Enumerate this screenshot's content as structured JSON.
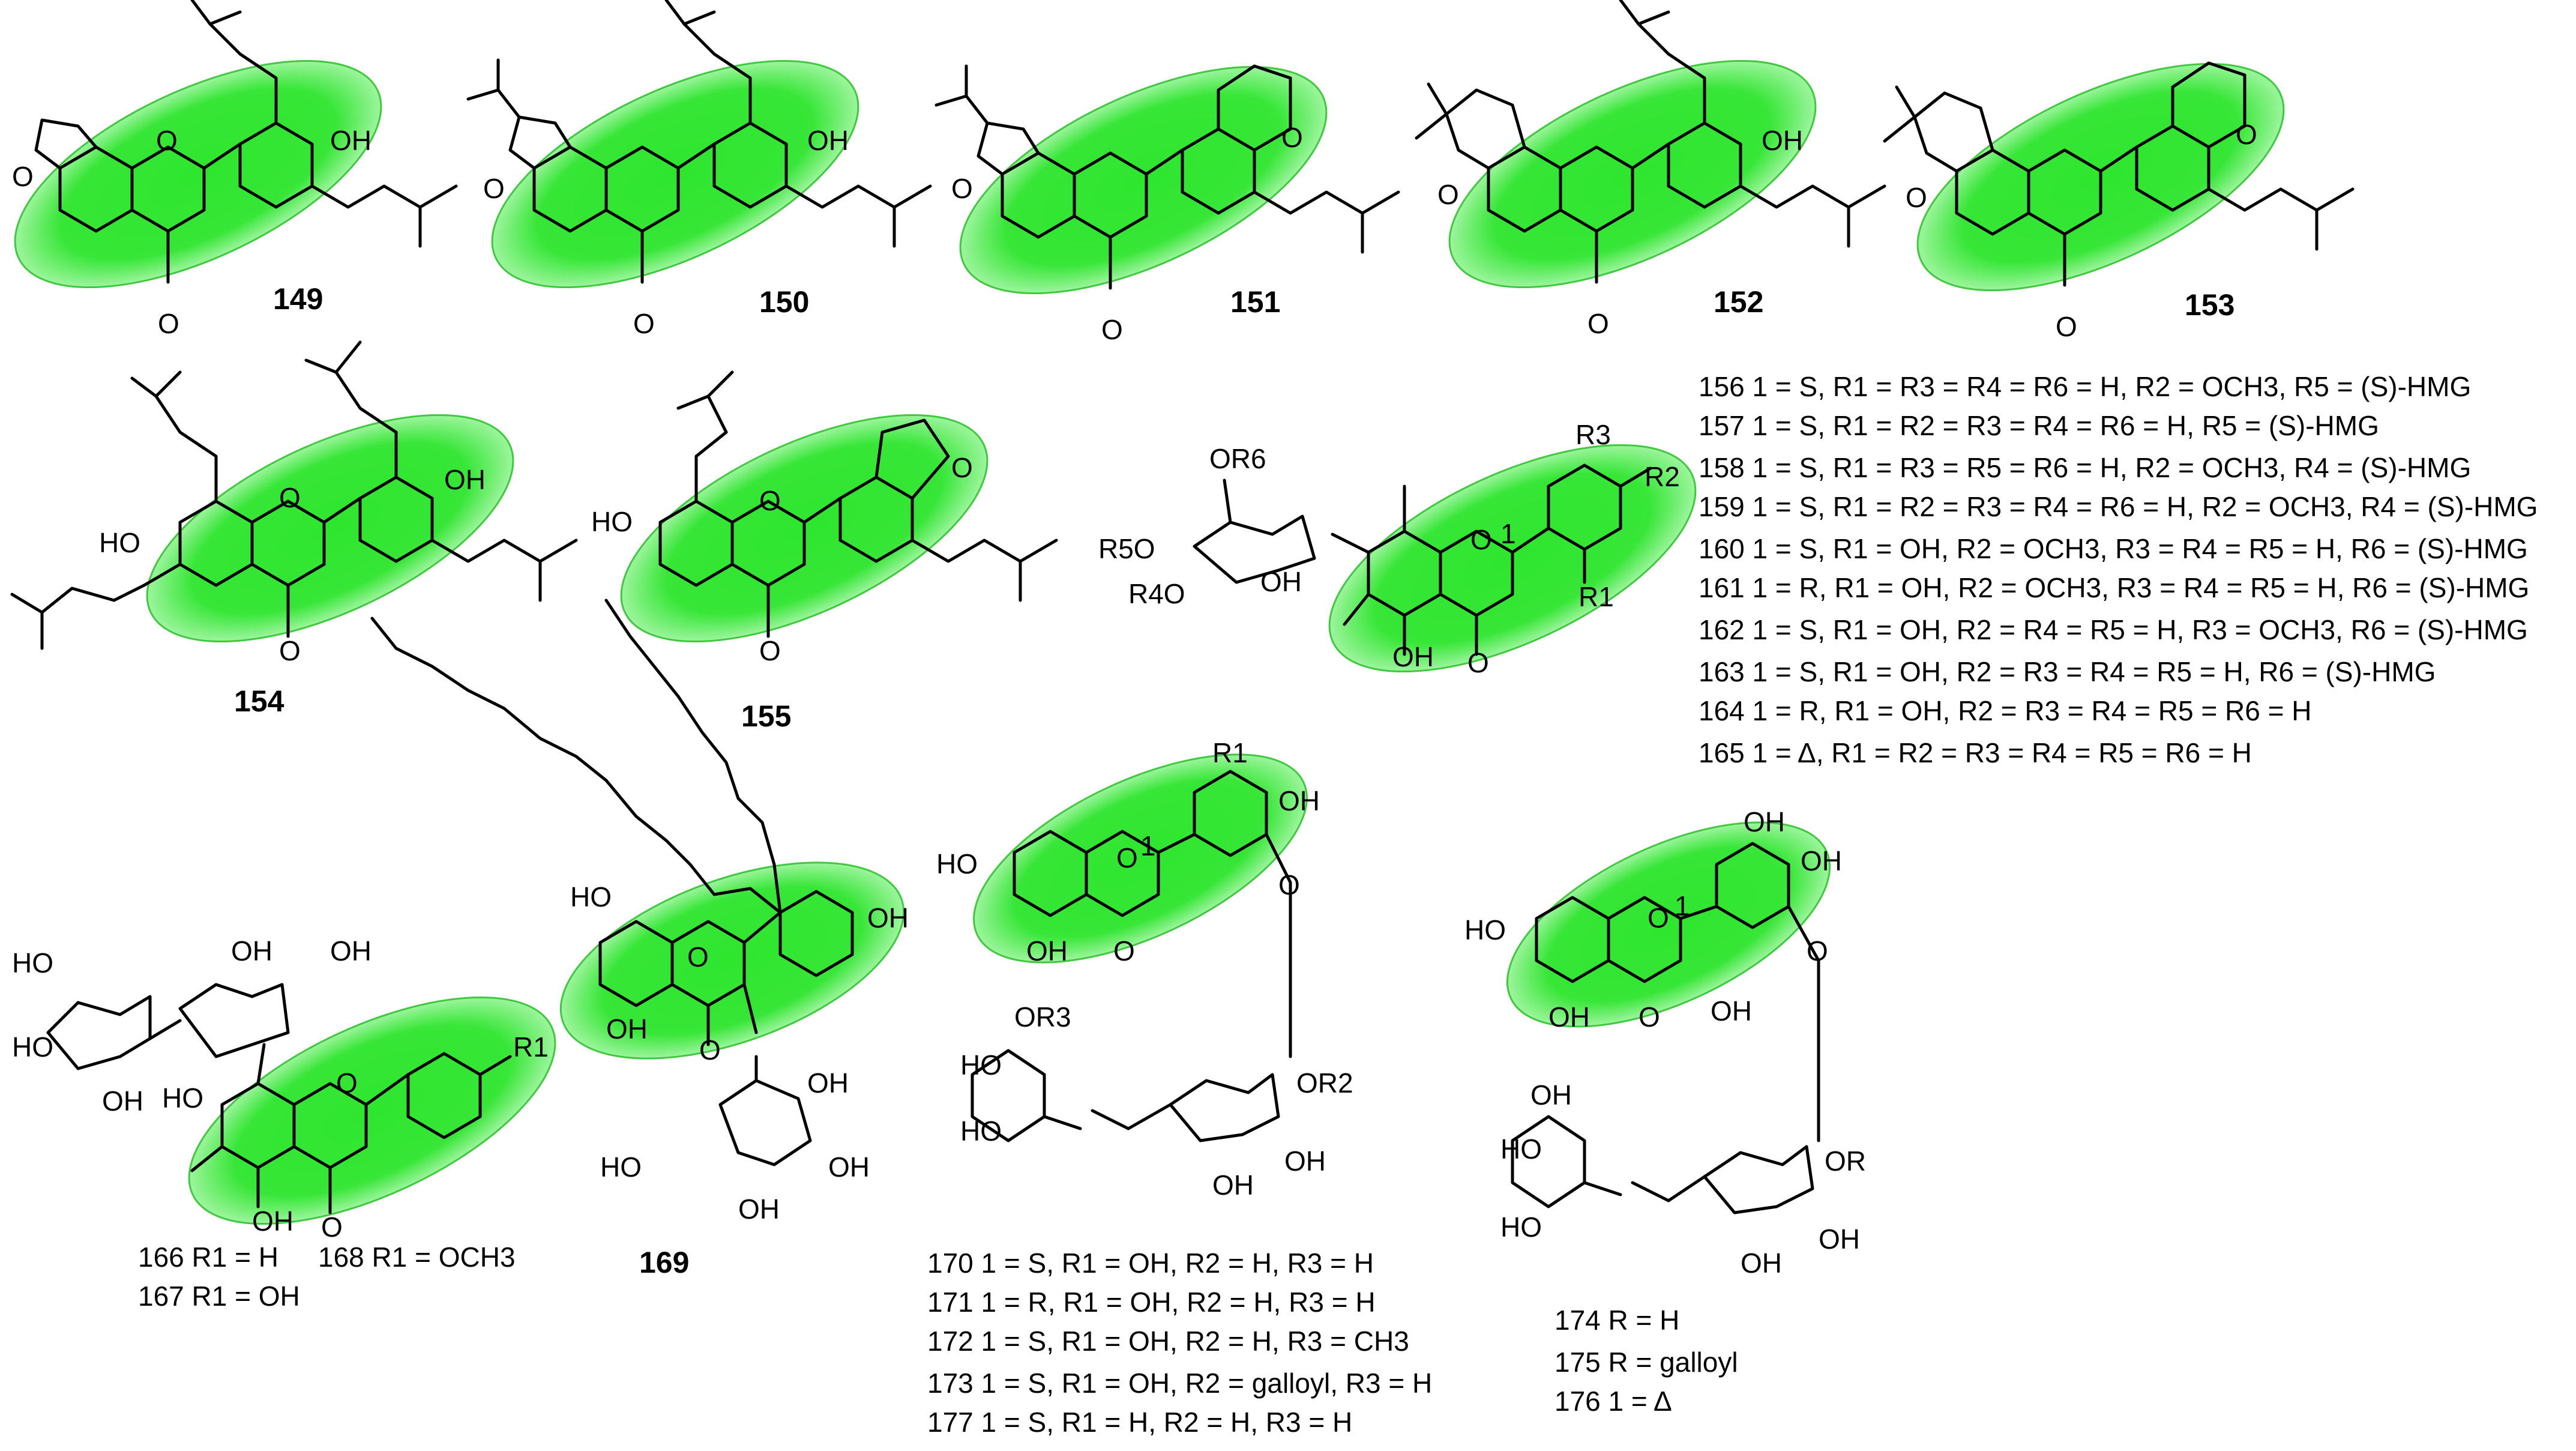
{
  "colors": {
    "highlight": "#2ee62e",
    "highlight_edge": "#7ff27f",
    "ink": "#000000",
    "background": "#ffffff"
  },
  "compounds": {
    "c149": "149",
    "c150": "150",
    "c151": "151",
    "c152": "152",
    "c153": "153",
    "c154": "154",
    "c155": "155",
    "c169": "169"
  },
  "atoms": {
    "oh": "OH",
    "ho": "HO",
    "o": "O",
    "one": "1",
    "r1": "R1",
    "r2": "R2",
    "r3": "R3",
    "or6": "OR6",
    "r5o": "R5O",
    "r4o": "R4O",
    "or3": "OR3",
    "or2": "OR2",
    "or": "OR"
  },
  "table156": [
    "156 1 = S, R1 = R3 = R4 = R6 = H, R2 = OCH3, R5 = (S)-HMG",
    "157 1 = S, R1 = R2 = R3 = R4 = R6 = H, R5 = (S)-HMG",
    "158 1 = S, R1 = R3 = R5 = R6 = H, R2 = OCH3, R4 = (S)-HMG",
    "159 1 = S, R1 = R2 = R3 = R4 = R6 = H, R2 = OCH3, R4 = (S)-HMG",
    "160 1 = S, R1 = OH, R2 = OCH3, R3 = R4 = R5 = H, R6 = (S)-HMG",
    "161 1 = R, R1 = OH, R2 = OCH3, R3 = R4 = R5 = H, R6 = (S)-HMG",
    "162 1 = S, R1 = OH, R2 = R4 = R5 = H, R3 = OCH3, R6 = (S)-HMG",
    "163 1 = S, R1 = OH, R2 = R3 = R4 = R5 = H, R6 = (S)-HMG",
    "164 1 = R, R1 = OH, R2 = R3 = R4 = R5 = R6 = H",
    "165 1 = Δ, R1 = R2 = R3 = R4 = R5 = R6 = H"
  ],
  "table166": [
    "166 R1 = H",
    "168 R1 = OCH3",
    "167 R1 = OH"
  ],
  "table170": [
    "170 1 = S, R1 = OH, R2 = H, R3 = H",
    "171 1 = R, R1 = OH, R2 = H, R3 = H",
    "172 1 = S, R1 = OH, R2 = H, R3 = CH3",
    "173 1 = S, R1 = OH, R2 = galloyl, R3 = H",
    "177 1 = S, R1 = H, R2 = H,   R3 = H"
  ],
  "table174": [
    "174 R = H",
    "175 R = galloyl",
    "176 1 = Δ"
  ]
}
